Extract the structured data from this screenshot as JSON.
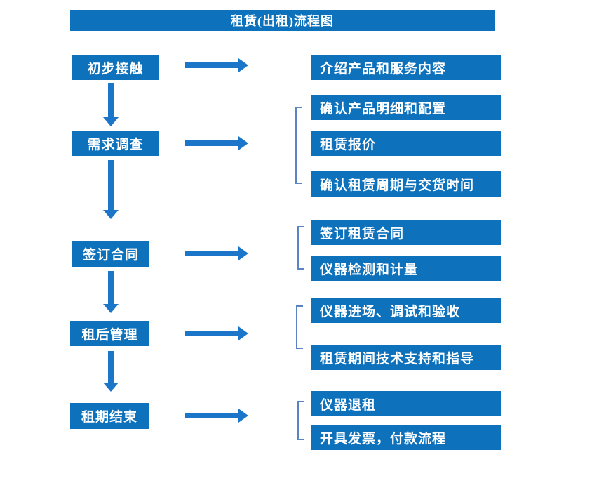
{
  "title": "租赁(出租)流程图",
  "colors": {
    "box_blue": "#0E71BC",
    "arrow_blue": "#1B76C9",
    "bracket_blue": "#5B84C2",
    "text_color": "#FFFFFF",
    "background": "#FFFFFF"
  },
  "steps": [
    {
      "label": "初步接触",
      "outputs": [
        "介绍产品和服务内容"
      ]
    },
    {
      "label": "需求调查",
      "outputs": [
        "确认产品明细和配置",
        "租赁报价",
        "确认租赁周期与交货时间"
      ]
    },
    {
      "label": "签订合同",
      "outputs": [
        "签订租赁合同",
        "仪器检测和计量"
      ]
    },
    {
      "label": "租后管理",
      "outputs": [
        "仪器进场、调试和验收",
        "租赁期间技术支持和指导"
      ]
    },
    {
      "label": "租期结束",
      "outputs": [
        "仪器退租",
        "开具发票，付款流程"
      ]
    }
  ]
}
